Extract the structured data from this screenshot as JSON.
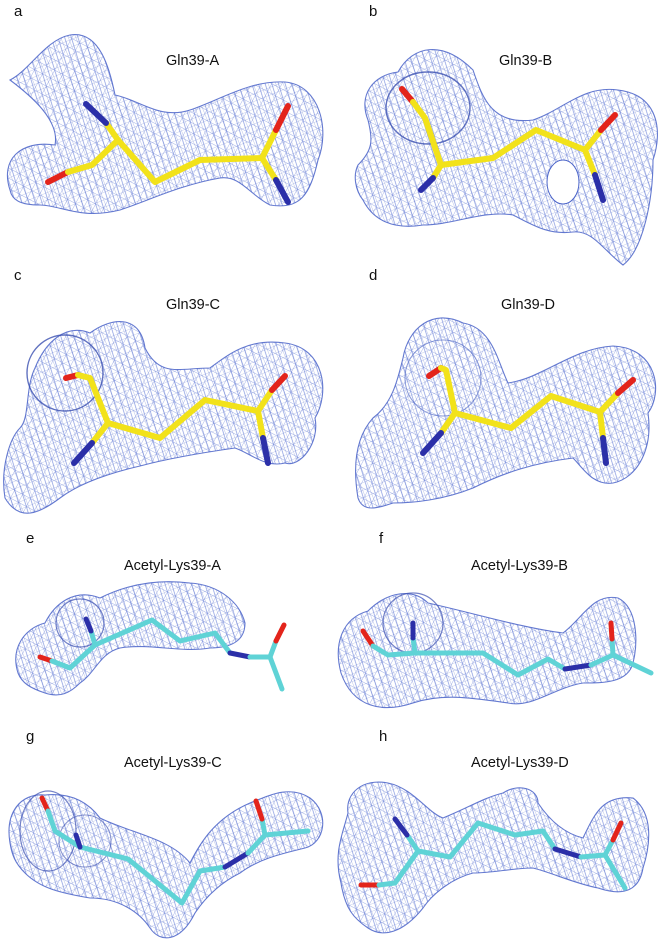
{
  "figure": {
    "colors": {
      "mesh": "#4a63c8",
      "gln_carbon": "#f2e21a",
      "lys_carbon": "#5fd3d6",
      "oxygen": "#e3241b",
      "nitrogen": "#2b2fa8"
    },
    "panels": [
      {
        "letter": "a",
        "title": "Gln39-A",
        "residue": "Gln",
        "chain": "A"
      },
      {
        "letter": "b",
        "title": "Gln39-B",
        "residue": "Gln",
        "chain": "B"
      },
      {
        "letter": "c",
        "title": "Gln39-C",
        "residue": "Gln",
        "chain": "C"
      },
      {
        "letter": "d",
        "title": "Gln39-D",
        "residue": "Gln",
        "chain": "D"
      },
      {
        "letter": "e",
        "title": "Acetyl-Lys39-A",
        "residue": "Acetyl-Lys",
        "chain": "A"
      },
      {
        "letter": "f",
        "title": "Acetyl-Lys39-B",
        "residue": "Acetyl-Lys",
        "chain": "B"
      },
      {
        "letter": "g",
        "title": "Acetyl-Lys39-C",
        "residue": "Acetyl-Lys",
        "chain": "C"
      },
      {
        "letter": "h",
        "title": "Acetyl-Lys39-D",
        "residue": "Acetyl-Lys",
        "chain": "D"
      }
    ]
  }
}
